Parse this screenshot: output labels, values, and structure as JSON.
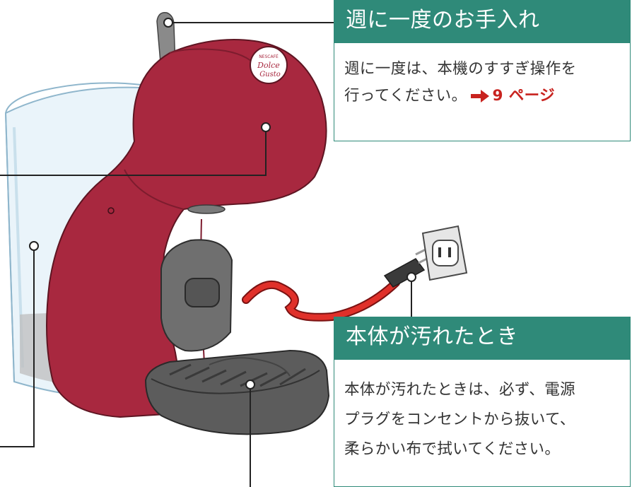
{
  "callouts": {
    "weekly": {
      "title": "週に一度のお手入れ",
      "line1": "週に一度は、本機のすすぎ操作を",
      "line2": "行ってください。",
      "page_ref": "9 ページ"
    },
    "dirty": {
      "title": "本体が汚れたとき",
      "line1": "本体が汚れたときは、必ず、電源",
      "line2": "プラグをコンセントから抜いて、",
      "line3": "柔らかい布で拭いてください。"
    }
  },
  "logo": {
    "brand_line1": "NESCAFÉ",
    "brand_line2": "Dolce",
    "brand_line3": "Gusto"
  },
  "colors": {
    "accent_green": "#2f8a79",
    "machine_red": "#a8283f",
    "cord_red": "#e0302a",
    "page_ref_red": "#c8231f"
  }
}
